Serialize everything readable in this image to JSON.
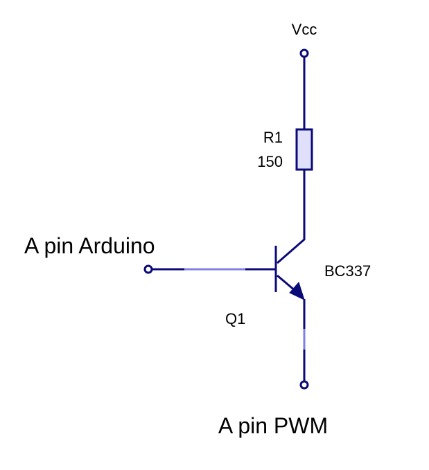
{
  "diagram": {
    "type": "schematic",
    "colors": {
      "wire": "#0a0a78",
      "wire_highlight": "#8080e0",
      "resistor_fill": "#e0e0fa"
    },
    "labels": {
      "vcc": "Vcc",
      "resistor_name": "R1",
      "resistor_value": "150",
      "input": "A pin Arduino",
      "transistor_model": "BC337",
      "transistor_name": "Q1",
      "output": "A pin PWM"
    },
    "components": [
      {
        "id": "R1",
        "kind": "resistor",
        "value": "150"
      },
      {
        "id": "Q1",
        "kind": "npn-transistor",
        "model": "BC337"
      }
    ],
    "nets": [
      {
        "from": "Vcc",
        "to": "R1"
      },
      {
        "from": "R1",
        "to": "Q1.collector"
      },
      {
        "from": "A pin Arduino",
        "to": "Q1.base"
      },
      {
        "from": "Q1.emitter",
        "to": "A pin PWM"
      }
    ]
  }
}
